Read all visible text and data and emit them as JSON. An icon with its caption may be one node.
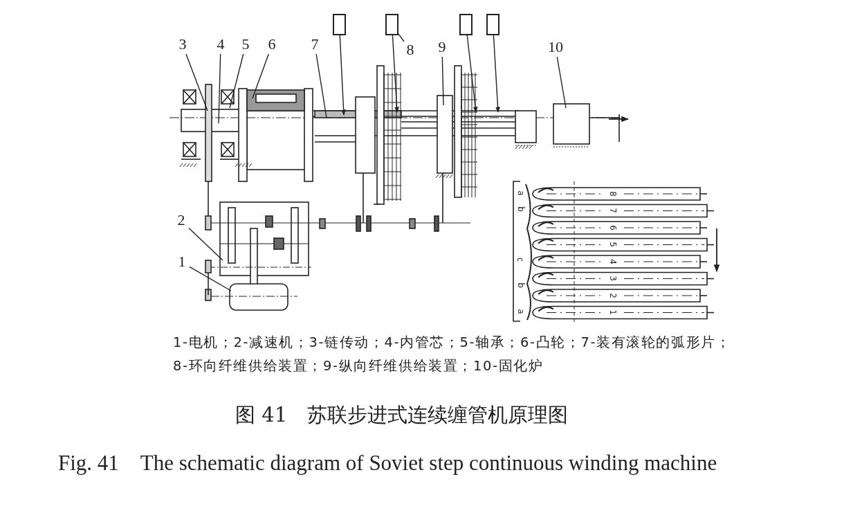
{
  "diagram": {
    "title": "图 41　苏联步进式连续缠管机原理图",
    "caption": "Fig. 41　The schematic diagram of Soviet step continuous winding machine",
    "nodes": [
      {
        "text": [
          "3"
        ]
      },
      {
        "text": [
          "4"
        ]
      },
      {
        "text": [
          "5"
        ]
      },
      {
        "text": [
          "6"
        ]
      },
      {
        "text": [
          "7"
        ]
      },
      {
        "text": [],
        "shape": "box"
      },
      {
        "text": [],
        "shape": "box"
      },
      {
        "text": [
          "8"
        ]
      },
      {
        "text": [
          "9"
        ]
      },
      {
        "text": [],
        "shape": "box"
      },
      {
        "text": [],
        "shape": "box"
      },
      {
        "text": [
          "10"
        ]
      },
      {
        "text": [
          "2"
        ]
      },
      {
        "text": [
          "1"
        ]
      }
    ],
    "edges": [
      {
        "from": 0,
        "to": null,
        "arrow": "none"
      },
      {
        "from": 1,
        "to": null,
        "arrow": "none"
      },
      {
        "from": 2,
        "to": null,
        "arrow": "none"
      },
      {
        "from": 3,
        "to": null,
        "arrow": "none"
      },
      {
        "from": 4,
        "to": null,
        "arrow": "none"
      },
      {
        "from": 5,
        "to": null,
        "arrow": "to"
      },
      {
        "from": 6,
        "to": null,
        "arrow": "to"
      },
      {
        "from": 7,
        "to": 6,
        "arrow": "none"
      },
      {
        "from": 8,
        "to": null,
        "arrow": "none"
      },
      {
        "from": 9,
        "to": null,
        "arrow": "to"
      },
      {
        "from": 10,
        "to": null,
        "arrow": "to"
      },
      {
        "from": 11,
        "to": null,
        "arrow": "none"
      },
      {
        "from": 12,
        "to": null,
        "arrow": "none"
      },
      {
        "from": 13,
        "to": null,
        "arrow": "none"
      }
    ],
    "labels": [
      "a",
      "b",
      "c",
      "b",
      "a",
      "8",
      "7",
      "6",
      "5",
      "4",
      "3",
      "2",
      "1",
      "1-电机；2-减速机；3-链传动；4-内管芯；5-轴承；6-凸轮；7-装有滚轮的弧形片；8-环向纤维供给装置；9-纵向纤维供给装置；10-固化炉"
    ]
  }
}
